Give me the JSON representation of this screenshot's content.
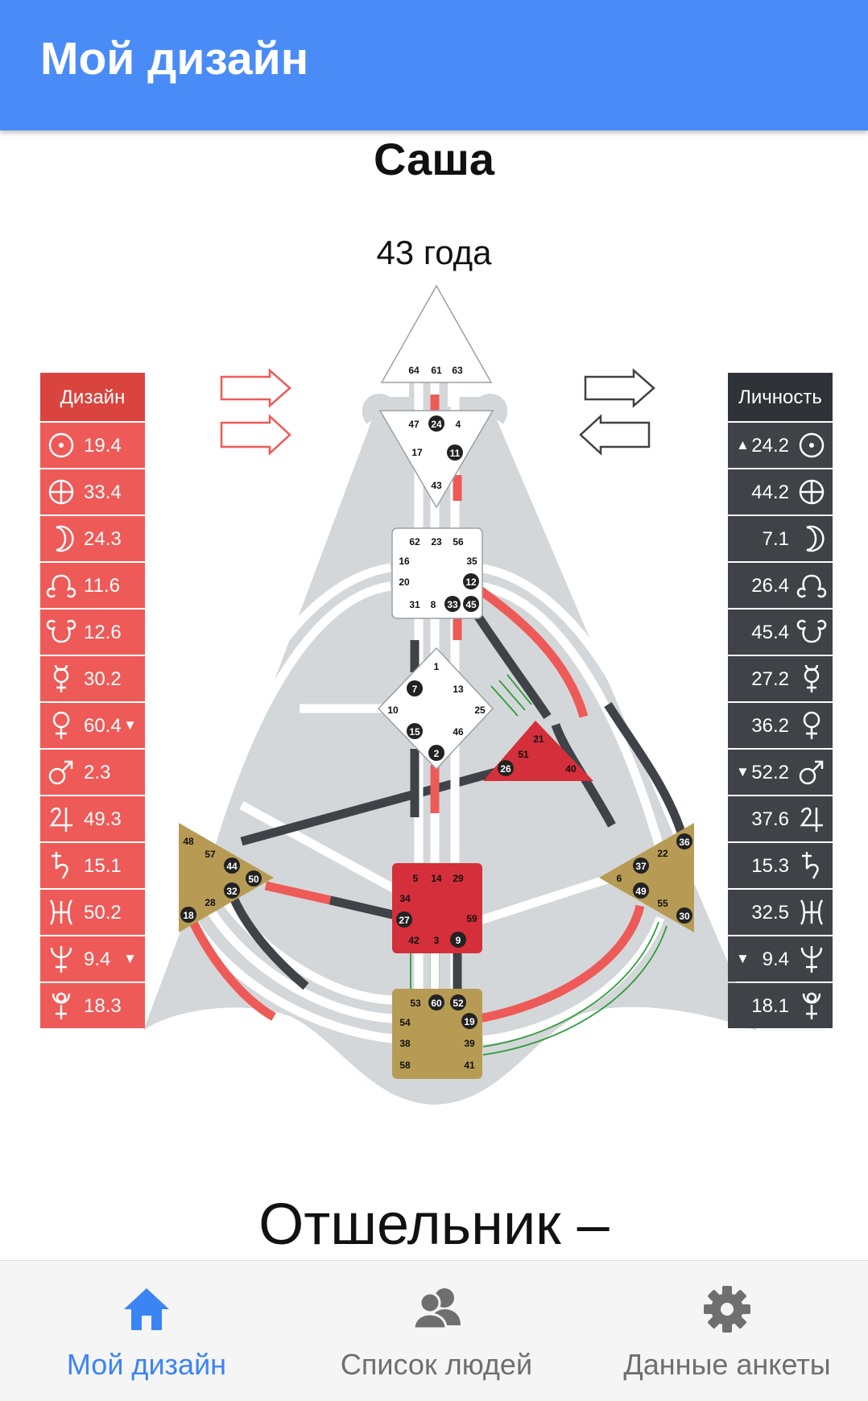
{
  "app_bar": {
    "title": "Мой дизайн"
  },
  "profile": {
    "name": "Саша",
    "age": "43 года"
  },
  "design_column": {
    "header": "Дизайн",
    "rows": [
      {
        "planet": "sun-icon",
        "value": "19.4",
        "mark": ""
      },
      {
        "planet": "earth-icon",
        "value": "33.4",
        "mark": ""
      },
      {
        "planet": "moon-icon",
        "value": "24.3",
        "mark": ""
      },
      {
        "planet": "north-node-icon",
        "value": "11.6",
        "mark": ""
      },
      {
        "planet": "south-node-icon",
        "value": "12.6",
        "mark": ""
      },
      {
        "planet": "mercury-icon",
        "value": "30.2",
        "mark": ""
      },
      {
        "planet": "venus-icon",
        "value": "60.4",
        "mark": "▼"
      },
      {
        "planet": "mars-icon",
        "value": "2.3",
        "mark": ""
      },
      {
        "planet": "jupiter-icon",
        "value": "49.3",
        "mark": ""
      },
      {
        "planet": "saturn-icon",
        "value": "15.1",
        "mark": ""
      },
      {
        "planet": "uranus-icon",
        "value": "50.2",
        "mark": ""
      },
      {
        "planet": "neptune-icon",
        "value": "9.4",
        "mark": "▼"
      },
      {
        "planet": "pluto-icon",
        "value": "18.3",
        "mark": ""
      }
    ]
  },
  "personality_column": {
    "header": "Личность",
    "rows": [
      {
        "planet": "sun-icon",
        "value": "24.2",
        "mark": "▲"
      },
      {
        "planet": "earth-icon",
        "value": "44.2",
        "mark": ""
      },
      {
        "planet": "moon-icon",
        "value": "7.1",
        "mark": ""
      },
      {
        "planet": "north-node-icon",
        "value": "26.4",
        "mark": ""
      },
      {
        "planet": "south-node-icon",
        "value": "45.4",
        "mark": ""
      },
      {
        "planet": "mercury-icon",
        "value": "27.2",
        "mark": ""
      },
      {
        "planet": "venus-icon",
        "value": "36.2",
        "mark": ""
      },
      {
        "planet": "mars-icon",
        "value": "52.2",
        "mark": "▼"
      },
      {
        "planet": "jupiter-icon",
        "value": "37.6",
        "mark": ""
      },
      {
        "planet": "saturn-icon",
        "value": "15.3",
        "mark": ""
      },
      {
        "planet": "uranus-icon",
        "value": "32.5",
        "mark": ""
      },
      {
        "planet": "neptune-icon",
        "value": "9.4",
        "mark": "▼"
      },
      {
        "planet": "pluto-icon",
        "value": "18.1",
        "mark": ""
      }
    ]
  },
  "colors": {
    "app_bar": "#4a8cf7",
    "design": "#ee5a57",
    "personality": "#3f4246",
    "defined_red": "#d42f3a",
    "defined_gold": "#b79b55",
    "accent": "#3b84f4"
  },
  "centers": {
    "head": {
      "gates": [
        "64",
        "61",
        "63"
      ],
      "defined": false
    },
    "ajna": {
      "gates": [
        "47",
        "24",
        "4",
        "17",
        "11",
        "43"
      ],
      "defined": false
    },
    "throat": {
      "gates": [
        "62",
        "23",
        "56",
        "16",
        "35",
        "20",
        "12",
        "31",
        "8",
        "33",
        "45"
      ],
      "defined": false
    },
    "g": {
      "gates": [
        "1",
        "7",
        "13",
        "10",
        "25",
        "15",
        "46",
        "2"
      ],
      "defined": false
    },
    "ego": {
      "gates": [
        "21",
        "51",
        "26",
        "40"
      ],
      "defined": true
    },
    "spleen": {
      "gates": [
        "48",
        "57",
        "44",
        "50",
        "32",
        "28",
        "18"
      ],
      "defined": true
    },
    "sacral": {
      "gates": [
        "5",
        "14",
        "29",
        "34",
        "27",
        "59",
        "42",
        "3",
        "9"
      ],
      "defined": true
    },
    "solar_plexus": {
      "gates": [
        "36",
        "22",
        "37",
        "6",
        "49",
        "55",
        "30"
      ],
      "defined": true
    },
    "root": {
      "gates": [
        "53",
        "60",
        "52",
        "54",
        "19",
        "38",
        "39",
        "58",
        "41"
      ],
      "defined": true
    }
  },
  "type_heading": "Отшельник –",
  "bottom_nav": {
    "items": [
      {
        "label": "Мой дизайн",
        "icon": "home-icon",
        "active": true
      },
      {
        "label": "Список людей",
        "icon": "people-icon",
        "active": false
      },
      {
        "label": "Данные анкеты",
        "icon": "settings-icon",
        "active": false
      }
    ]
  }
}
